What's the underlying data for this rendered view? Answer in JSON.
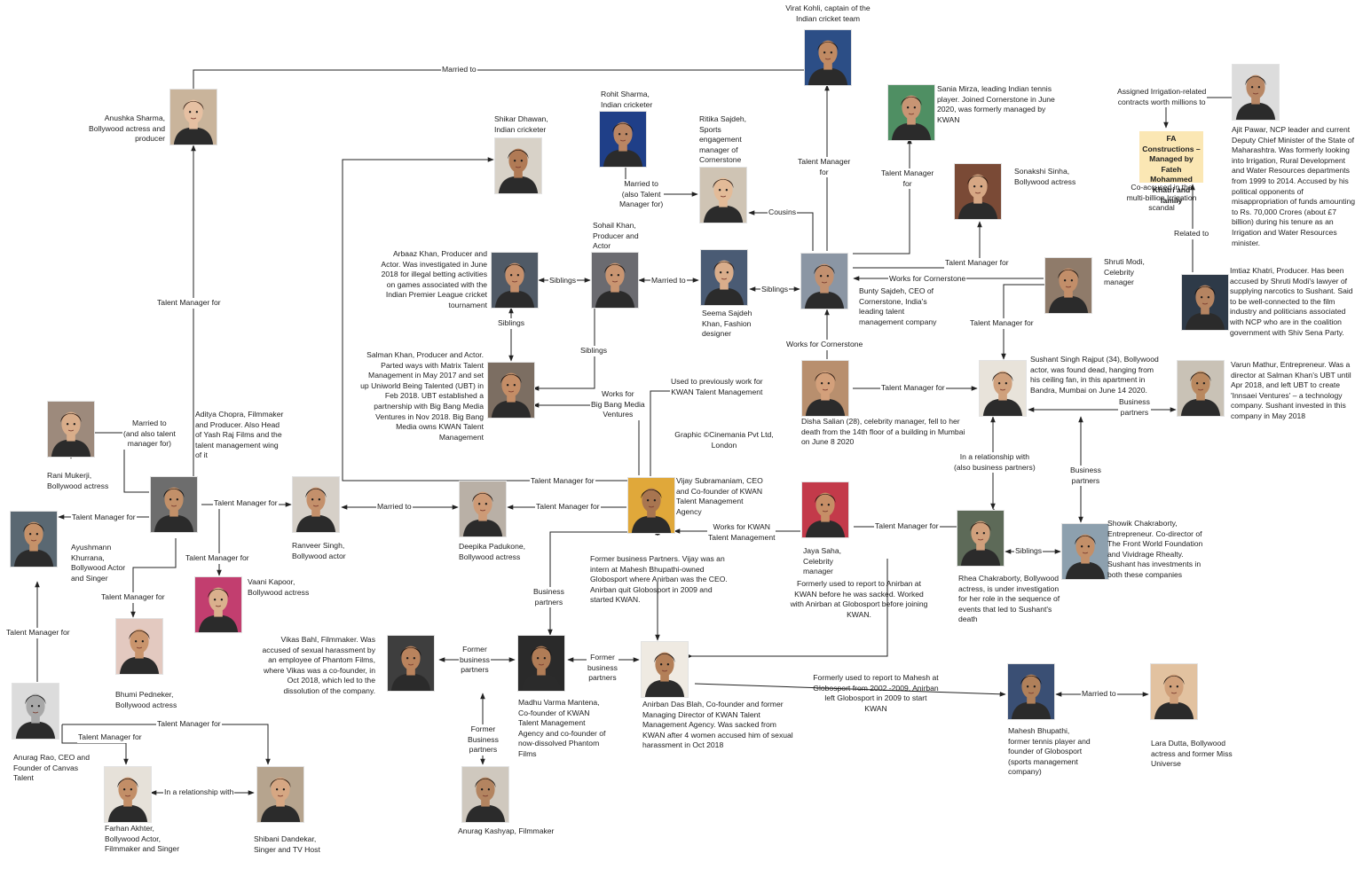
{
  "people": [
    {
      "id": "virat",
      "text": "Virat Kohli, captain of the Indian cricket team",
      "skin": "#c08a63",
      "hair": "#2a1d14",
      "bg": "#2c4e86"
    },
    {
      "id": "anushka",
      "text": "Anushka Sharma, Bollywood actress and producer",
      "skin": "#e6c0a2",
      "hair": "#3a2418",
      "bg": "#c9b49b"
    },
    {
      "id": "rohit",
      "text": "Rohit Sharma, Indian cricketer",
      "skin": "#b98563",
      "hair": "#221710",
      "bg": "#1f3f88"
    },
    {
      "id": "shikar",
      "text": "Shikar Dhawan, Indian cricketer",
      "skin": "#b07a55",
      "hair": "#1e140e",
      "bg": "#d8d2c8"
    },
    {
      "id": "ritika",
      "text": "Ritika Sajdeh, Sports engagement manager of Cornerstone",
      "skin": "#e3bb98",
      "hair": "#2b1a12",
      "bg": "#cfc4b4"
    },
    {
      "id": "sania",
      "text": "Sania Mirza, leading Indian tennis player. Joined Cornerstone in June 2020, was formerly managed by KWAN",
      "skin": "#c89574",
      "hair": "#221510",
      "bg": "#4f8f63"
    },
    {
      "id": "sonakshi",
      "text": "Sonakshi Sinha, Bollywood actress",
      "skin": "#d6a784",
      "hair": "#2a1a10",
      "bg": "#7a4a36"
    },
    {
      "id": "ajit",
      "text": "Ajit Pawar, NCP leader and current Deputy Chief Minister of the State of Maharashtra. Was formerly looking into Irrigation, Rural Development and Water Resources departments from 1999 to 2014. Accused by his political opponents of misappropriation of funds amounting to Rs. 70,000 Crores (about £7 billion) during his tenure as an Irrigation and Water Resources minister.",
      "skin": "#b88765",
      "hair": "#1d1d1d",
      "bg": "#dcdcdc"
    },
    {
      "id": "arbaaz",
      "text": "Arbaaz Khan, Producer and Actor. Was investigated in June 2018 for illegal betting activities on games associated with the Indian Premier League cricket tournament",
      "skin": "#c6906c",
      "hair": "#1a1410",
      "bg": "#505a66"
    },
    {
      "id": "sohail",
      "text": "Sohail Khan, Producer and Actor",
      "skin": "#c99571",
      "hair": "#1c1410",
      "bg": "#6b6b70"
    },
    {
      "id": "seema",
      "text": "Seema Sajdeh Khan, Fashion designer",
      "skin": "#d9ad8b",
      "hair": "#2a1a12",
      "bg": "#4a5b74"
    },
    {
      "id": "bunty",
      "text": "Bunty Sajdeh, CEO of Cornerstone, India's leading talent management company",
      "skin": "#c2906f",
      "hair": "#151515",
      "bg": "#8b96a4"
    },
    {
      "id": "shruti",
      "text": "Shruti Modi, Celebrity manager",
      "skin": "#c28e69",
      "hair": "#1f1510",
      "bg": "#8f7b6a"
    },
    {
      "id": "imtiaz",
      "text": "Imtiaz Khatri, Producer. Has been accused by Shruti Modi's lawyer of supplying narcotics to Sushant. Said to be well-connected to the film industry and politicians associated with NCP who are in the coalition government with Shiv Sena Party.",
      "skin": "#b58461",
      "hair": "#1a120e",
      "bg": "#2e3a48"
    },
    {
      "id": "salman",
      "text": "Salman Khan, Producer and Actor. Parted ways with Matrix Talent Management in May 2017 and set up Uniworld Being Talented (UBT) in Feb 2018. UBT established a partnership with Big Bang Media Ventures in Nov 2018. Big Bang Media owns KWAN Talent Management",
      "skin": "#c48d66",
      "hair": "#1b1411",
      "bg": "#7c6e62"
    },
    {
      "id": "disha",
      "text": "Disha Salian (28), celebrity manager, fell to her death from the 14th floor of a building in Mumbai on June 8 2020",
      "skin": "#d3a07b",
      "hair": "#2a1810",
      "bg": "#b88f6e"
    },
    {
      "id": "sushant",
      "text": "Sushant Singh Rajput (34), Bollywood actor, was found dead, hanging from his ceiling fan, in this apartment in Bandra, Mumbai on June 14 2020.",
      "skin": "#cfa07c",
      "hair": "#1d1510",
      "bg": "#e8e3da"
    },
    {
      "id": "varun",
      "text": "Varun Mathur, Entrepreneur. Was a director at Salman Khan's UBT until Apr 2018, and left UBT to create 'Innsaei Ventures' – a technology company. Sushant invested in this company in May 2018",
      "skin": "#b9885f",
      "hair": "#1b1410",
      "bg": "#c9c2b6"
    },
    {
      "id": "rani",
      "text": "Rani Mukerji, Bollywood actress",
      "skin": "#d9ad8a",
      "hair": "#2a1a12",
      "bg": "#9d8a7c"
    },
    {
      "id": "aditya",
      "text": "Aditya Chopra, Filmmaker and Producer. Also Head of Yash Raj Films and the talent management wing of it",
      "skin": "#c29069",
      "hair": "#111111",
      "bg": "#6d6d6d"
    },
    {
      "id": "ranveer",
      "text": "Ranveer Singh, Bollywood actor",
      "skin": "#c4906b",
      "hair": "#141010",
      "bg": "#d6d0c8"
    },
    {
      "id": "deepika",
      "text": "Deepika Padukone, Bollywood actress",
      "skin": "#cd9a76",
      "hair": "#1f1510",
      "bg": "#b9b0a6"
    },
    {
      "id": "vijay",
      "text": "Vijay Subramaniam, CEO and Co-founder of KWAN Talent Management Agency",
      "skin": "#a87550",
      "hair": "#151010",
      "bg": "#e0a83a"
    },
    {
      "id": "jaya",
      "text": "Jaya Saha, Celebrity manager",
      "skin": "#c68e66",
      "hair": "#1f1510",
      "bg": "#c33a4a"
    },
    {
      "id": "rhea",
      "text": "Rhea Chakraborty, Bollywood actress, is under investigation for her role in the sequence of events that led to Sushant's death",
      "skin": "#d0a07c",
      "hair": "#24170f",
      "bg": "#5d6a58"
    },
    {
      "id": "showik",
      "text": "Showik Chakraborty, Entrepreneur. Co-director of The Front World Foundation and Vividrage Rhealty. Sushant has investments in both these companies",
      "skin": "#c38f68",
      "hair": "#1a1210",
      "bg": "#8da0ae"
    },
    {
      "id": "ayushmann",
      "text": "Ayushmann Khurrana, Bollywood Actor and Singer",
      "skin": "#c59169",
      "hair": "#1b1410",
      "bg": "#5a6872"
    },
    {
      "id": "vaani",
      "text": "Vaani Kapoor, Bollywood actress",
      "skin": "#dab08d",
      "hair": "#2a1a10",
      "bg": "#c23e6f"
    },
    {
      "id": "bhumi",
      "text": "Bhumi Pedneker, Bollywood actress",
      "skin": "#c9946c",
      "hair": "#24160f",
      "bg": "#e3c9c0"
    },
    {
      "id": "anurag_rao",
      "text": "Anurag Rao, CEO and Founder of Canvas Talent",
      "skin": "#a8a8a8",
      "hair": "#1a1a1a",
      "bg": "#dcdcdc"
    },
    {
      "id": "vikas",
      "text": "Vikas Bahl, Filmmaker. Was accused of sexual harassment by an employee of Phantom Films, where Vikas was a co-founder, in Oct 2018, which led to the dissolution of the company.",
      "skin": "#b9835d",
      "hair": "#1a120e",
      "bg": "#3e3e3e"
    },
    {
      "id": "madhu",
      "text": "Madhu Varma Mantena, Co-founder of KWAN Talent Management Agency and co-founder of now-dissolved Phantom Films",
      "skin": "#b07c56",
      "hair": "#111111",
      "bg": "#2a2a2a"
    },
    {
      "id": "anirban",
      "text": "Anirban Das Blah, Co-founder and former Managing Director of KWAN Talent Management Agency. Was sacked from KWAN after 4 women accused him of sexual harassment in Oct 2018",
      "skin": "#b37f58",
      "hair": "#151010",
      "bg": "#efeae2"
    },
    {
      "id": "mahesh",
      "text": "Mahesh Bhupathi, former tennis player and founder of Globosport (sports management company)",
      "skin": "#b0805a",
      "hair": "#151010",
      "bg": "#3a4f74"
    },
    {
      "id": "lara",
      "text": "Lara Dutta, Bollywood actress and former Miss Universe",
      "skin": "#d0a07a",
      "hair": "#22160f",
      "bg": "#e2c2a0"
    },
    {
      "id": "anurag_k",
      "text": "Anurag Kashyap, Filmmaker",
      "skin": "#b38460",
      "hair": "#1c1410",
      "bg": "#cfc8be"
    },
    {
      "id": "farhan",
      "text": "Farhan Akhter, Bollywood Actor, Filmmaker and Singer",
      "skin": "#c28e67",
      "hair": "#141010",
      "bg": "#e6e1d9"
    },
    {
      "id": "shibani",
      "text": "Shibani Dandekar, Singer and TV Host",
      "skin": "#d6a783",
      "hair": "#2b1b10",
      "bg": "#b6a48e"
    }
  ],
  "highlight_box": {
    "text": "FA Constructions – Managed by Fateh Mohammed Khatri and family"
  },
  "notes": {
    "co_accused": "Co-accused in the multi-billion Irrigation scandal",
    "graphic_credit": "Graphic ©Cinemania Pvt Ltd, London",
    "former_partners": "Former business Partners. Vijay was an intern at Mahesh Bhupathi-owned Globosport where Anirban was the CEO. Anirban quit Globosport in 2009 and started KWAN.",
    "reported_anirban": "Formerly used to report to Anirban at KWAN before he was sacked. Worked with Anirban at Globosport before joining KWAN.",
    "reported_mahesh": "Formerly used to report to Mahesh at Globosport from 2002 -2009. Anirban left Globosport in 2009 to start KWAN"
  },
  "edge_labels": [
    "Married to",
    "Talent Manager for",
    "Married to\n(also Talent\nManager for)",
    "Cousins",
    "Talent Manager\nfor",
    "Talent Manager\nfor",
    "Assigned Irrigation-related\ncontracts worth millions to",
    "Related to",
    "Talent Manager for",
    "Works for Cornerstone",
    "Siblings",
    "Married to",
    "Siblings",
    "Siblings",
    "Siblings",
    "Works for Cornerstone",
    "Talent Manager for",
    "Used to previously work for\nKWAN Talent Management",
    "Talent Manager for",
    "Works for\nBig Bang Media\nVentures",
    "Business\npartners",
    "Married to\n(and also talent\nmanager for)",
    "Talent Manager for",
    "Married to",
    "Talent Manager for",
    "Talent Manager for",
    "In a relationship with\n(also business partners)",
    "Business\npartners",
    "Talent Manager for",
    "Talent Manager for",
    "Works for KWAN\nTalent Management",
    "Talent Manager for",
    "Siblings",
    "Talent Manager for",
    "Business\npartners",
    "Former\nbusiness\npartners",
    "Former\nbusiness\npartners",
    "Former\nBusiness\npartners",
    "Talent Manager for",
    "Talent Manager for",
    "In a relationship with",
    "Married to"
  ]
}
